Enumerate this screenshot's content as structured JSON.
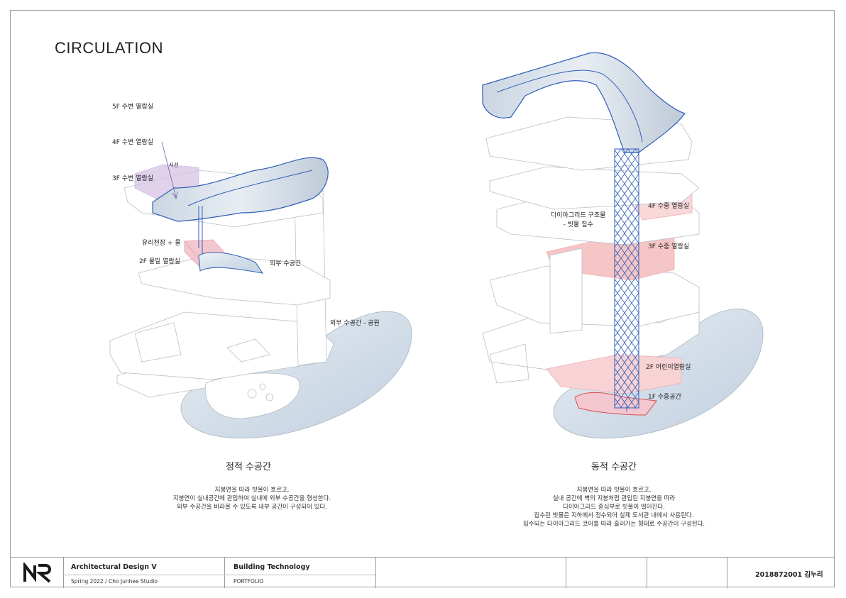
{
  "page": {
    "title": "CIRCULATION"
  },
  "left": {
    "labels": {
      "f5": "5F 수변 열람실",
      "f4": "4F 수변 열람실",
      "sight": "시선",
      "f3": "3F 수변 열람실",
      "glass": "유리천장 + 물",
      "f2": "2F 물밑 열람실",
      "outer": "외부 수공간",
      "park": "외부 수공간 - 공원"
    },
    "caption": "정적 수공간",
    "desc": [
      "지붕면을 따라 빗물이 흐르고,",
      "지붕면이 실내공간에 관입하여 실내에 외부 수공간을 형성한다.",
      "외부 수공간을 바라볼 수 있도록 내부 공간이 구성되어 있다."
    ]
  },
  "right": {
    "labels": {
      "diagrid": "다이아그리드 구조물",
      "rain": "- 빗물 집수",
      "f4": "4F 수중 열람실",
      "f3": "3F 수중 열람실",
      "f2": "2F 어린이열람실",
      "f1": "1F 수중공간"
    },
    "caption": "동적 수공간",
    "desc": [
      "지붕면을 따라 빗물이 흐르고,",
      "실내 공간에 벽의 지붕처럼 관입된 지붕면을 따라",
      "다이아그리드 중심부로 빗물이 떨어진다.",
      "집수된 빗물은 지하에서 정수되어 실제 도서관 내에서 사용된다.",
      "집수되는 다이아그리드 코어를 따라 흘러가는 형태로 수공간이 구성된다."
    ]
  },
  "titleblock": {
    "course": "Architectural Design V",
    "semester": "Spring 2022  /  Cho Junhee Studio",
    "subject": "Building Technology",
    "type": "PORTFOLIO",
    "student": "2018872001 김누리"
  },
  "colors": {
    "accent_blue": "#2f5fb8",
    "water_blue": "#c5d4e3",
    "pink": "#f3b9b9",
    "lilac": "#cdb7dd",
    "line_gray": "#b9bec8"
  }
}
